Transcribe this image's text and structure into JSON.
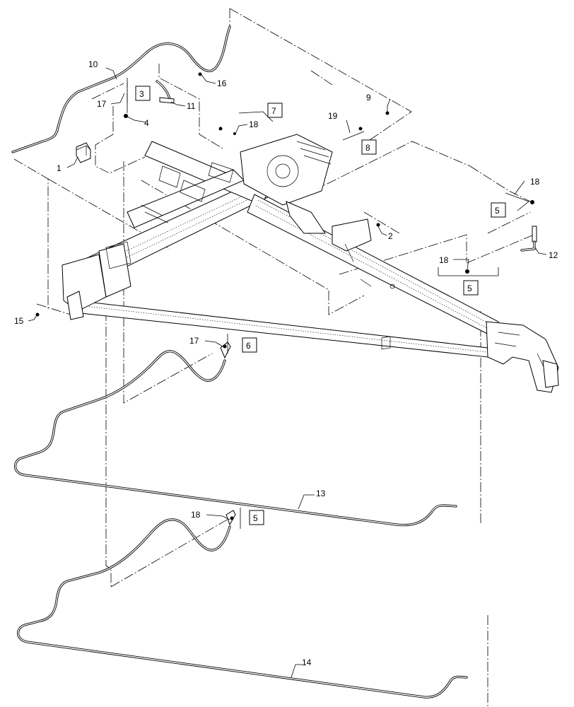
{
  "callouts": {
    "c1": "1",
    "c2": "2",
    "c4": "4",
    "c9": "9",
    "c10": "10",
    "c11": "11",
    "c12": "12",
    "c13": "13",
    "c14": "14",
    "c15": "15",
    "c16": "16",
    "c17a": "17",
    "c17b": "17",
    "c18a": "18",
    "c18b": "18",
    "c18c": "18",
    "c18d": "18",
    "c19": "19"
  },
  "boxes": {
    "b3": "3",
    "b5a": "5",
    "b5b": "5",
    "b5c": "5",
    "b6": "6",
    "b7": "7",
    "b8": "8"
  }
}
